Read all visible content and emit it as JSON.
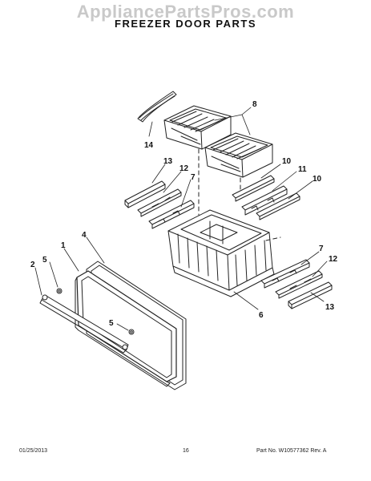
{
  "watermark": "AppliancePartsPros.com",
  "title": "FREEZER DOOR PARTS",
  "callouts": [
    {
      "id": "c8",
      "label": "8"
    },
    {
      "id": "c14",
      "label": "14"
    },
    {
      "id": "c13a",
      "label": "13"
    },
    {
      "id": "c12a",
      "label": "12"
    },
    {
      "id": "c7a",
      "label": "7"
    },
    {
      "id": "c10a",
      "label": "10"
    },
    {
      "id": "c11",
      "label": "11"
    },
    {
      "id": "c10b",
      "label": "10"
    },
    {
      "id": "c1",
      "label": "1"
    },
    {
      "id": "c4",
      "label": "4"
    },
    {
      "id": "c2",
      "label": "2"
    },
    {
      "id": "c5a",
      "label": "5"
    },
    {
      "id": "c5b",
      "label": "5"
    },
    {
      "id": "c6",
      "label": "6"
    },
    {
      "id": "c7b",
      "label": "7"
    },
    {
      "id": "c12b",
      "label": "12"
    },
    {
      "id": "c13b",
      "label": "13"
    }
  ],
  "footer": {
    "date": "01/25/2013",
    "page": "16",
    "part": "Part No. W10577362  Rev. A"
  }
}
